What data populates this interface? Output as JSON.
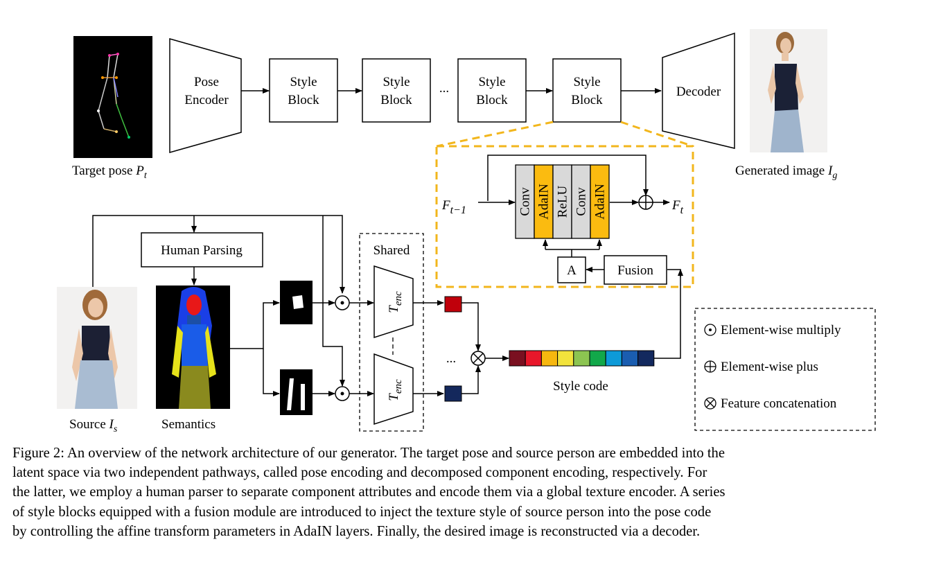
{
  "diagram": {
    "target_pose": {
      "text": "Target pose ",
      "symbol": "P",
      "sub": "t"
    },
    "generated_image": {
      "text": "Generated image ",
      "symbol": "I",
      "sub": "g"
    },
    "source": {
      "text": "Source ",
      "symbol": "I",
      "sub": "s"
    },
    "semantics_label": "Semantics",
    "pose_encoder": {
      "line1": "Pose",
      "line2": "Encoder"
    },
    "style_block": {
      "line1": "Style",
      "line2": "Block"
    },
    "ellipsis": "...",
    "decoder": "Decoder",
    "human_parsing": "Human Parsing",
    "shared": "Shared",
    "tenc": {
      "symbol": "T",
      "sub": "enc"
    },
    "fusion": "Fusion",
    "a_box": "A",
    "f_prev": {
      "symbol": "F",
      "sub": "t−1"
    },
    "f_next": {
      "symbol": "F",
      "sub": "t"
    },
    "layers": [
      "Conv",
      "AdaIN",
      "ReLU",
      "Conv",
      "AdaIN"
    ],
    "style_code": "Style code",
    "legend": [
      {
        "symbol": "⊙",
        "text": "Element-wise multiply"
      },
      {
        "symbol": "⊕",
        "text": "Element-wise plus"
      },
      {
        "symbol": "⊗",
        "text": "Feature concatenation"
      }
    ],
    "colors": {
      "layer_gray": "#d9d9d9",
      "layer_orange": "#fbbb10",
      "dashed_orange": "#f2b61c",
      "style_code_cells": [
        "#7a1020",
        "#e8172a",
        "#f7b70f",
        "#f2e33c",
        "#8cc451",
        "#12a84a",
        "#0d9ad8",
        "#1a5db0",
        "#13295e"
      ],
      "red_square": "#c0000b",
      "navy_square": "#14285c"
    }
  },
  "caption": {
    "lines": [
      "Figure 2: An overview of the network architecture of our generator. The target pose and source person are embedded into the",
      "latent space via two independent pathways, called pose encoding and decomposed component encoding, respectively. For",
      "the latter, we employ a human parser to separate component attributes and encode them via a global texture encoder. A series",
      "of style blocks equipped with a fusion module are introduced to inject the texture style of source person into the pose code",
      "by controlling the affine transform parameters in AdaIN layers. Finally, the desired image is reconstructed via a decoder."
    ]
  }
}
